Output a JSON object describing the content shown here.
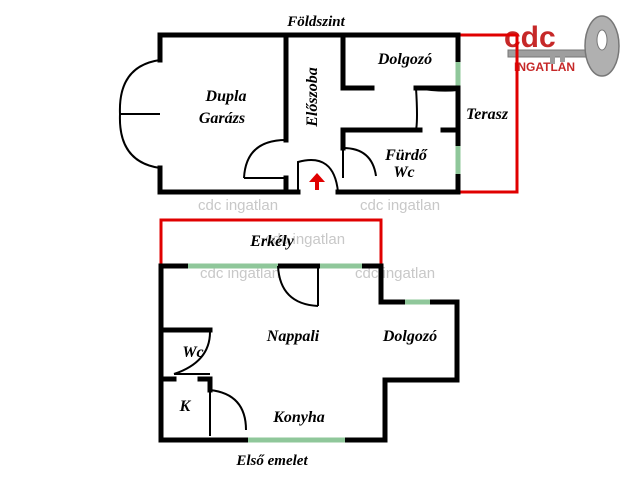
{
  "floors": {
    "ground": {
      "title": "Földszint",
      "rooms": {
        "garage_line1": "Dupla",
        "garage_line2": "Garázs",
        "hall": "Előszoba",
        "office": "Dolgozó",
        "terrace": "Terasz",
        "bath_line1": "Fürdő",
        "bath_line2": "Wc"
      }
    },
    "first": {
      "title": "Első emelet",
      "rooms": {
        "balcony": "Erkély",
        "living": "Nappali",
        "office": "Dolgozó",
        "wc": "Wc",
        "pantry": "K",
        "kitchen": "Konyha"
      }
    }
  },
  "logo": {
    "mark": "cdc",
    "name": "INGATLAN"
  },
  "watermark": "cdc ingatlan",
  "colors": {
    "wall": "#000000",
    "window": "#8fc79a",
    "terrace_rail": "#e00000",
    "entrance_arrow": "#e00000",
    "logo_red": "#c62828",
    "logo_key": "#9e9e9e"
  }
}
